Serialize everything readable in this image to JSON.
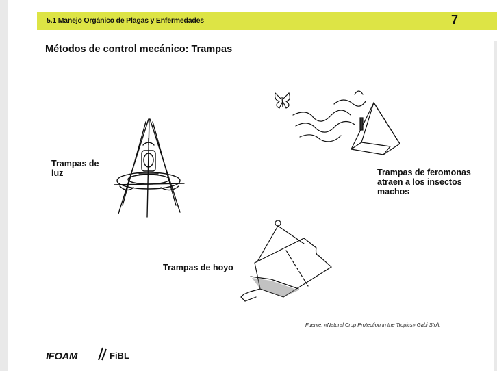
{
  "header": {
    "section_title": "5.1 Manejo Orgánico de Plagas y Enfermedades",
    "page_number": "7"
  },
  "slide": {
    "title": "Métodos de control mecánico: Trampas"
  },
  "captions": {
    "light_traps": "Trampas de luz",
    "pheromone_traps": "Trampas de feromonas atraen a los insectos machos",
    "pit_traps": "Trampas de hoyo"
  },
  "source": "Fuente: «Natural Crop Protection in the Tropics» Gabi Stoll.",
  "logos": {
    "ifoam": "IFOAM",
    "fibl": "FiBL"
  },
  "colors": {
    "header_bg": "#dde445",
    "side_bar": "#e9e9e9"
  }
}
